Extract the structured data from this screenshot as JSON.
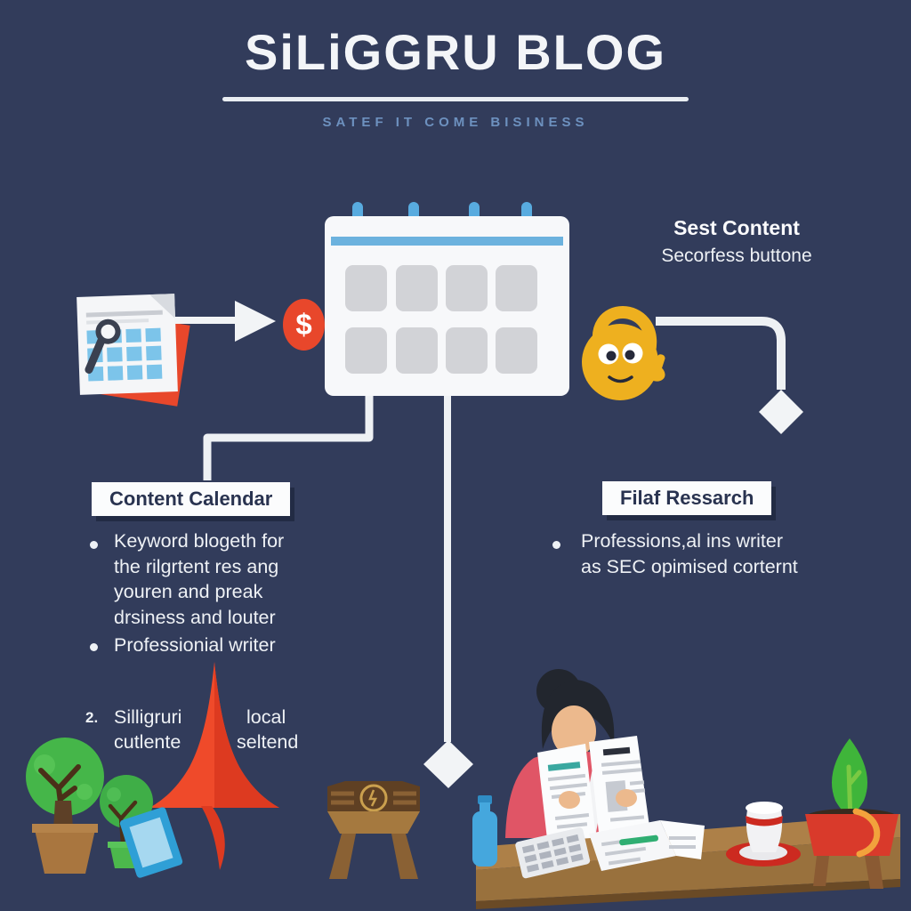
{
  "header": {
    "title": "SiLiGGRU BLOG",
    "subtitle": "SATEF IT COME BISINESS"
  },
  "seo_note": {
    "heading": "Sest Content",
    "sub": "Secorfess buttone"
  },
  "content_calendar": {
    "label": "Content Calendar",
    "bullet1_line1": "Keyword blogeth for",
    "bullet1_line2": "the rilgrtent res ang",
    "bullet1_line3": "youren and preak",
    "bullet1_line4": "drsiness and louter",
    "bullet2": "Professionial writer",
    "item_number": "2.",
    "item_word1": "Silligruri",
    "item_word2": "local",
    "item_word3": "cutlente",
    "item_word4": "seltend"
  },
  "research": {
    "label": "Filaf Ressarch",
    "bullet1_line1": "Professions,al ins writer",
    "bullet1_line2": "as SEC opimised corternt"
  },
  "icons": {
    "dollar_symbol": "$"
  },
  "colors": {
    "background": "#323c5b",
    "accent_red": "#e8472b",
    "accent_yellow": "#eeb01f",
    "calendar_blue": "#58abdf",
    "subtitle_blue": "#6d91bf",
    "label_text": "#293350",
    "connector_white": "#eef1f4",
    "desk_brown": "#ad8048",
    "sweater_pink": "#e05566",
    "foliage_green": "#45b649"
  }
}
